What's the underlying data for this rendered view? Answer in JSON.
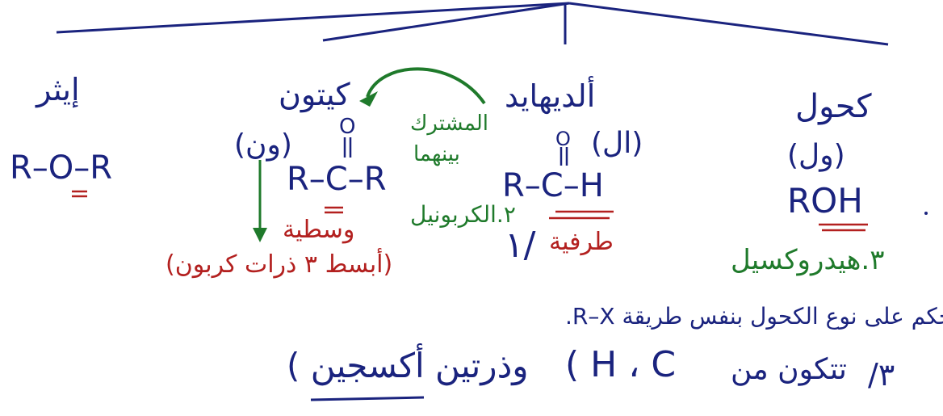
{
  "headings": {
    "ether": "إيثر",
    "ketone": "كيتون",
    "aldehyde": "ألديهايد",
    "alcohol": "كحول"
  },
  "suffixes": {
    "ketone": "(ون)",
    "aldehyde": "(ال)",
    "alcohol": "(ول)"
  },
  "formulas": {
    "ether": "R–O–R",
    "ketone": "R–C–R",
    "aldehyde": "R–C–H",
    "alcohol": "ROH",
    "carbonyl_o": "O"
  },
  "annotations": {
    "shared_top": "المشترك",
    "shared_bottom": "بينهما",
    "carbonyl": "٢.الكربونيل",
    "middle": "وسطية",
    "terminal": "طرفية",
    "terminal_num": "١/",
    "simplest": "(أبسط ٣ ذرات كربون)",
    "hydroxyl": "٣.هيدروكسيل"
  },
  "notes": {
    "line1": "* الحكم على نوع الكحول بنفس طريقة R–X.",
    "line2_num": "٣/",
    "line2_text": "تتكون من",
    "line2_formula": "( H ، C",
    "line2_rest": "وذرتين أكسجين )"
  },
  "colors": {
    "ink_blue": "#1a237e",
    "ink_green": "#1f7a2b",
    "ink_red": "#b3201f"
  }
}
